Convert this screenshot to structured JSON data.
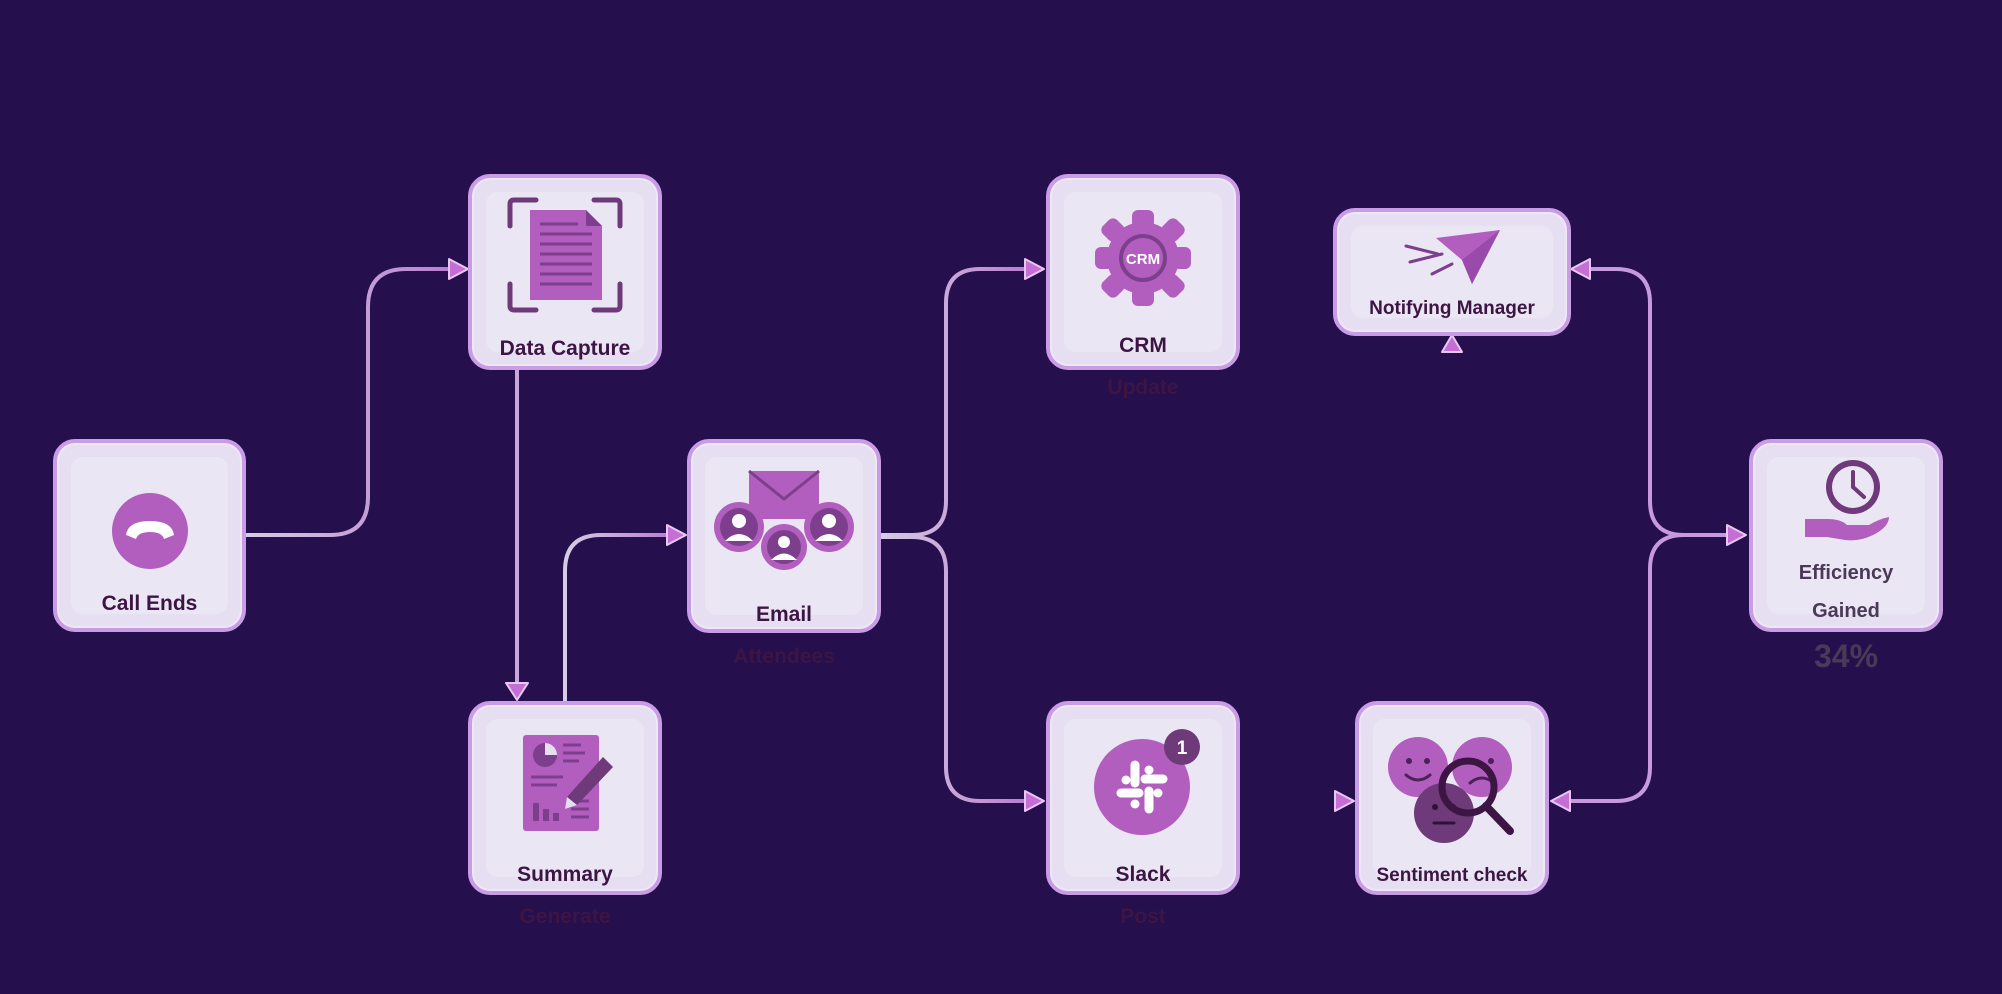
{
  "colors": {
    "background": "#260f4d",
    "node_fill": "#e6dff1",
    "node_border": "#c99ce6",
    "icon_purple": "#b25ebe",
    "icon_dark": "#6e3a7a",
    "label": "#3c1544",
    "connector_light": "#d6cde4",
    "connector_purple": "#b87bd0"
  },
  "nodes": {
    "call_ends": {
      "label": "Call Ends",
      "icon": "phone-hangup-icon"
    },
    "data_capture": {
      "label": "Data Capture",
      "icon": "document-scan-icon"
    },
    "summary_generate": {
      "line1": "Summary",
      "line2": "Generate",
      "icon": "report-edit-icon"
    },
    "email_attendees": {
      "line1": "Email",
      "line2": "Attendees",
      "icon": "email-group-icon"
    },
    "crm_update": {
      "line1": "CRM",
      "line2": "Update",
      "icon": "crm-gear-icon",
      "badge_text": "CRM"
    },
    "slack_post": {
      "line1": "Slack",
      "line2": "Post",
      "icon": "slack-icon",
      "notification_count": "1"
    },
    "notifying_manager": {
      "label": "Notifying Manager",
      "icon": "paper-plane-icon"
    },
    "sentiment_check": {
      "label": "Sentiment check",
      "icon": "sentiment-search-icon"
    },
    "efficiency_gained": {
      "line1": "Efficiency",
      "line2": "Gained",
      "value": "34%",
      "icon": "time-savings-icon"
    }
  }
}
